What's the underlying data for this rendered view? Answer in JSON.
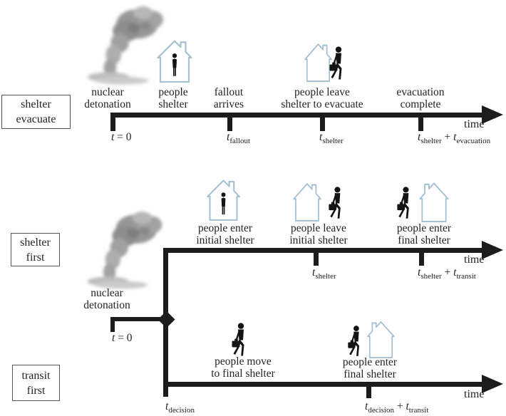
{
  "rows": {
    "shelter_evacuate": {
      "label": "shelter\nevacuate"
    },
    "shelter_first": {
      "label": "shelter\nfirst"
    },
    "transit_first": {
      "label": "transit\nfirst"
    }
  },
  "timeline1": {
    "events": {
      "detonation": "nuclear\ndetonation",
      "shelter": "people\nshelter",
      "fallout": "fallout\narrives",
      "leave": "people leave\nshelter to evacuate",
      "complete": "evacuation\ncomplete"
    },
    "time_axis_label": "time",
    "ticks": {
      "t0": {
        "t": "t",
        "rest": " = 0"
      },
      "fallout": {
        "t": "t",
        "sub": "fallout"
      },
      "shelter": {
        "t": "t",
        "sub": "shelter"
      },
      "complete": {
        "t1": "t",
        "sub1": "shelter",
        "plus": " + ",
        "t2": "t",
        "sub2": "evacuation"
      }
    }
  },
  "timeline2": {
    "detonation_label": "nuclear\ndetonation",
    "events": {
      "enter_initial": "people enter\ninitial shelter",
      "leave_initial": "people leave\ninitial shelter",
      "enter_final": "people enter\nfinal shelter"
    },
    "time_axis_label": "time",
    "ticks": {
      "t0": {
        "t": "t",
        "rest": " = 0"
      },
      "shelter": {
        "t": "t",
        "sub": "shelter"
      },
      "final": {
        "t1": "t",
        "sub1": "shelter",
        "plus": " + ",
        "t2": "t",
        "sub2": "transit"
      }
    }
  },
  "timeline3": {
    "events": {
      "move": "people move\nto final shelter",
      "enter_final": "people enter\nfinal shelter"
    },
    "time_axis_label": "time",
    "ticks": {
      "decision": {
        "t": "t",
        "sub": "decision"
      },
      "final": {
        "t1": "t",
        "sub1": "decision",
        "plus": " + ",
        "t2": "t",
        "sub2": "transit"
      }
    }
  },
  "colors": {
    "line": "#1c1c1c",
    "text": "#232323",
    "house_outline": "#a6c1d1",
    "silhouette": "#141414",
    "box_border": "#555555"
  }
}
